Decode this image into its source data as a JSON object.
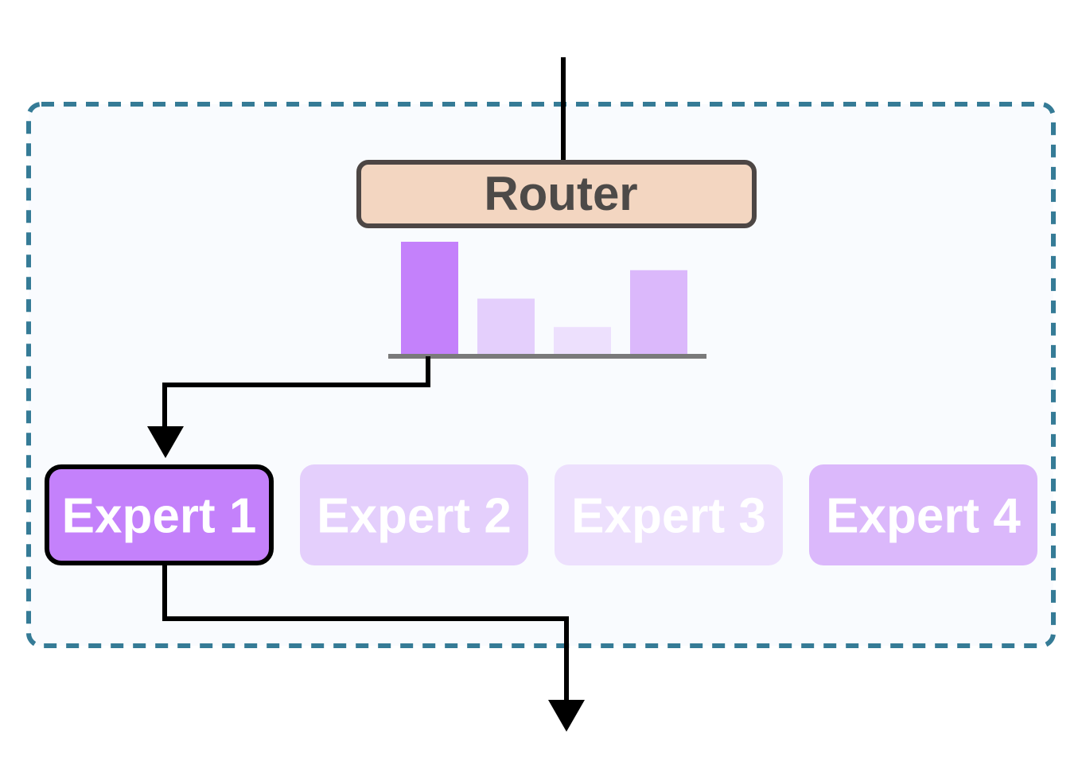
{
  "router": {
    "label": "Router"
  },
  "router_scores": [
    {
      "expert": "Expert 1",
      "score": 1.0,
      "color": "#c481fb"
    },
    {
      "expert": "Expert 2",
      "score": 0.5,
      "color": "#e4cffc"
    },
    {
      "expert": "Expert 3",
      "score": 0.25,
      "color": "#ede0fd"
    },
    {
      "expert": "Expert 4",
      "score": 0.75,
      "color": "#dbb8fb"
    }
  ],
  "experts": [
    {
      "label": "Expert 1",
      "selected": true,
      "fill": "#c481fb"
    },
    {
      "label": "Expert 2",
      "selected": false,
      "fill": "#e4cffc"
    },
    {
      "label": "Expert 3",
      "selected": false,
      "fill": "#ede0fd"
    },
    {
      "label": "Expert 4",
      "selected": false,
      "fill": "#dbb8fb"
    }
  ],
  "colors": {
    "container_border": "#357b96",
    "container_fill": "#f9fbfe",
    "router_fill": "#f3d6c1",
    "router_border": "#4d4644",
    "router_text": "#4d4a48",
    "arrow": "#000000",
    "baseline": "#7a7a7a",
    "expert_text": "#ffffff"
  }
}
